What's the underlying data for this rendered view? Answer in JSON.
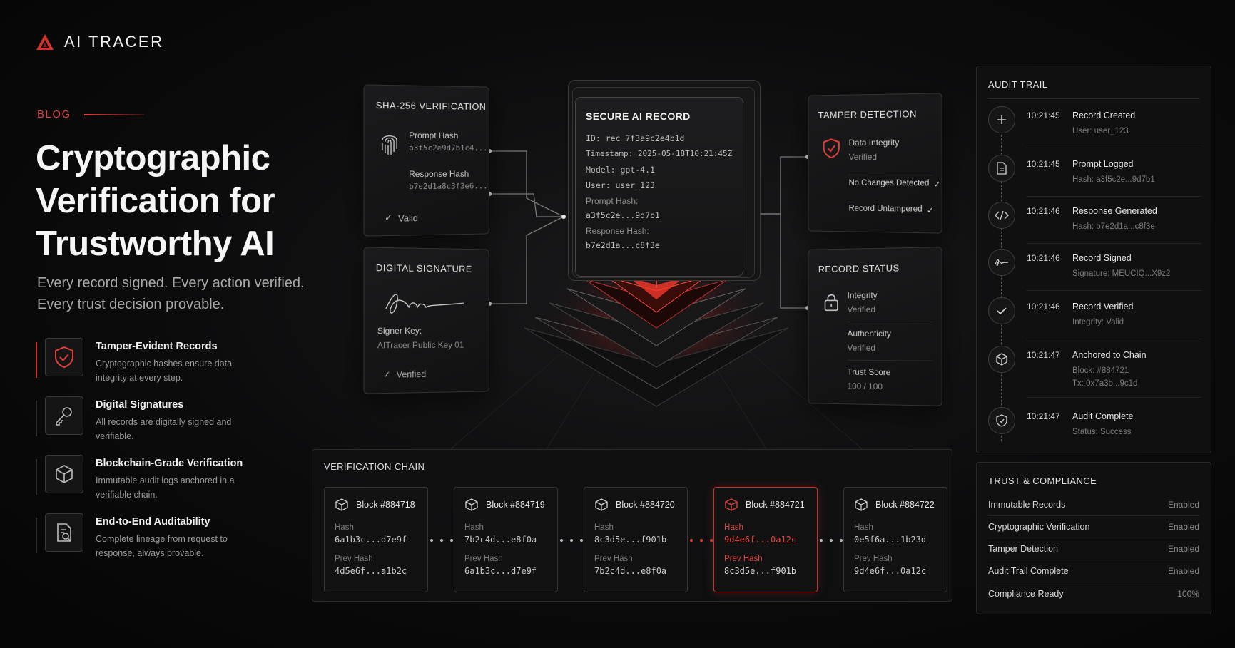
{
  "brand": {
    "name": "AI TRACER",
    "accent": "#d0342c"
  },
  "hero": {
    "kicker": "BLOG",
    "title_lines": [
      "Cryptographic",
      "Verification for",
      "Trustworthy AI"
    ],
    "subtitle_lines": [
      "Every record signed. Every action verified.",
      "Every trust decision provable."
    ]
  },
  "features": [
    {
      "icon": "shield-check-icon",
      "title": "Tamper-Evident Records",
      "desc": "Cryptographic hashes ensure data integrity at every step."
    },
    {
      "icon": "key-icon",
      "title": "Digital Signatures",
      "desc": "All records are digitally signed and verifiable."
    },
    {
      "icon": "cube-icon",
      "title": "Blockchain-Grade Verification",
      "desc": "Immutable audit logs anchored in a verifiable chain."
    },
    {
      "icon": "document-search-icon",
      "title": "End-to-End Auditability",
      "desc": "Complete lineage from request to response, always provable."
    }
  ],
  "sha_panel": {
    "title": "SHA-256 VERIFICATION",
    "prompt_label": "Prompt Hash",
    "prompt_value": "a3f5c2e9d7b1c4...",
    "response_label": "Response Hash",
    "response_value": "b7e2d1a8c3f3e6...",
    "status": "Valid"
  },
  "signature_panel": {
    "title": "DIGITAL SIGNATURE",
    "key_label": "Signer Key:",
    "key_value": "AITracer Public Key 01",
    "status": "Verified"
  },
  "record": {
    "title": "SECURE AI RECORD",
    "id": "ID: rec_7f3a9c2e4b1d",
    "timestamp": "Timestamp: 2025-05-18T10:21:45Z",
    "model": "Model: gpt-4.1",
    "user": "User: user_123",
    "prompt_label": "Prompt Hash:",
    "prompt_value": "a3f5c2e...9d7b1",
    "response_label": "Response Hash:",
    "response_value": "b7e2d1a...c8f3e"
  },
  "tamper_panel": {
    "title": "TAMPER DETECTION",
    "integrity_label": "Data Integrity",
    "integrity_value": "Verified",
    "check1": "No Changes Detected",
    "check2": "Record Untampered"
  },
  "status_panel": {
    "title": "RECORD STATUS",
    "rows": [
      {
        "label": "Integrity",
        "value": "Verified"
      },
      {
        "label": "Authenticity",
        "value": "Verified"
      },
      {
        "label": "Trust Score",
        "value": "100 / 100"
      }
    ]
  },
  "chain": {
    "title": "VERIFICATION CHAIN",
    "hash_label": "Hash",
    "prev_label": "Prev Hash",
    "blocks": [
      {
        "name": "Block #884718",
        "hash": "6a1b3c...d7e9f",
        "prev": "4d5e6f...a1b2c"
      },
      {
        "name": "Block #884719",
        "hash": "7b2c4d...e8f0a",
        "prev": "6a1b3c...d7e9f"
      },
      {
        "name": "Block #884720",
        "hash": "8c3d5e...f901b",
        "prev": "7b2c4d...e8f0a"
      },
      {
        "name": "Block #884721",
        "hash": "9d4e6f...0a12c",
        "prev": "8c3d5e...f901b"
      },
      {
        "name": "Block #884722",
        "hash": "0e5f6a...1b23d",
        "prev": "9d4e6f...0a12c"
      }
    ]
  },
  "audit": {
    "title": "AUDIT TRAIL",
    "items": [
      {
        "icon": "plus-icon",
        "time": "10:21:45",
        "event": "Record Created",
        "detail": "User: user_123"
      },
      {
        "icon": "document-icon",
        "time": "10:21:45",
        "event": "Prompt Logged",
        "detail": "Hash: a3f5c2e...9d7b1"
      },
      {
        "icon": "code-icon",
        "time": "10:21:46",
        "event": "Response Generated",
        "detail": "Hash: b7e2d1a...c8f3e"
      },
      {
        "icon": "signature-icon",
        "time": "10:21:46",
        "event": "Record Signed",
        "detail": "Signature: MEUCIQ...X9z2"
      },
      {
        "icon": "check-icon",
        "time": "10:21:46",
        "event": "Record Verified",
        "detail": "Integrity: Valid"
      },
      {
        "icon": "cube-icon",
        "time": "10:21:47",
        "event": "Anchored to Chain",
        "detail": "Block: #884721",
        "detail2": "Tx: 0x7a3b...9c1d"
      },
      {
        "icon": "shield-check-icon",
        "time": "10:21:47",
        "event": "Audit Complete",
        "detail": "Status: Success"
      }
    ]
  },
  "trust": {
    "title": "TRUST & COMPLIANCE",
    "rows": [
      {
        "label": "Immutable Records",
        "value": "Enabled"
      },
      {
        "label": "Cryptographic Verification",
        "value": "Enabled"
      },
      {
        "label": "Tamper Detection",
        "value": "Enabled"
      },
      {
        "label": "Audit Trail Complete",
        "value": "Enabled"
      },
      {
        "label": "Compliance Ready",
        "value": "100%"
      }
    ]
  }
}
